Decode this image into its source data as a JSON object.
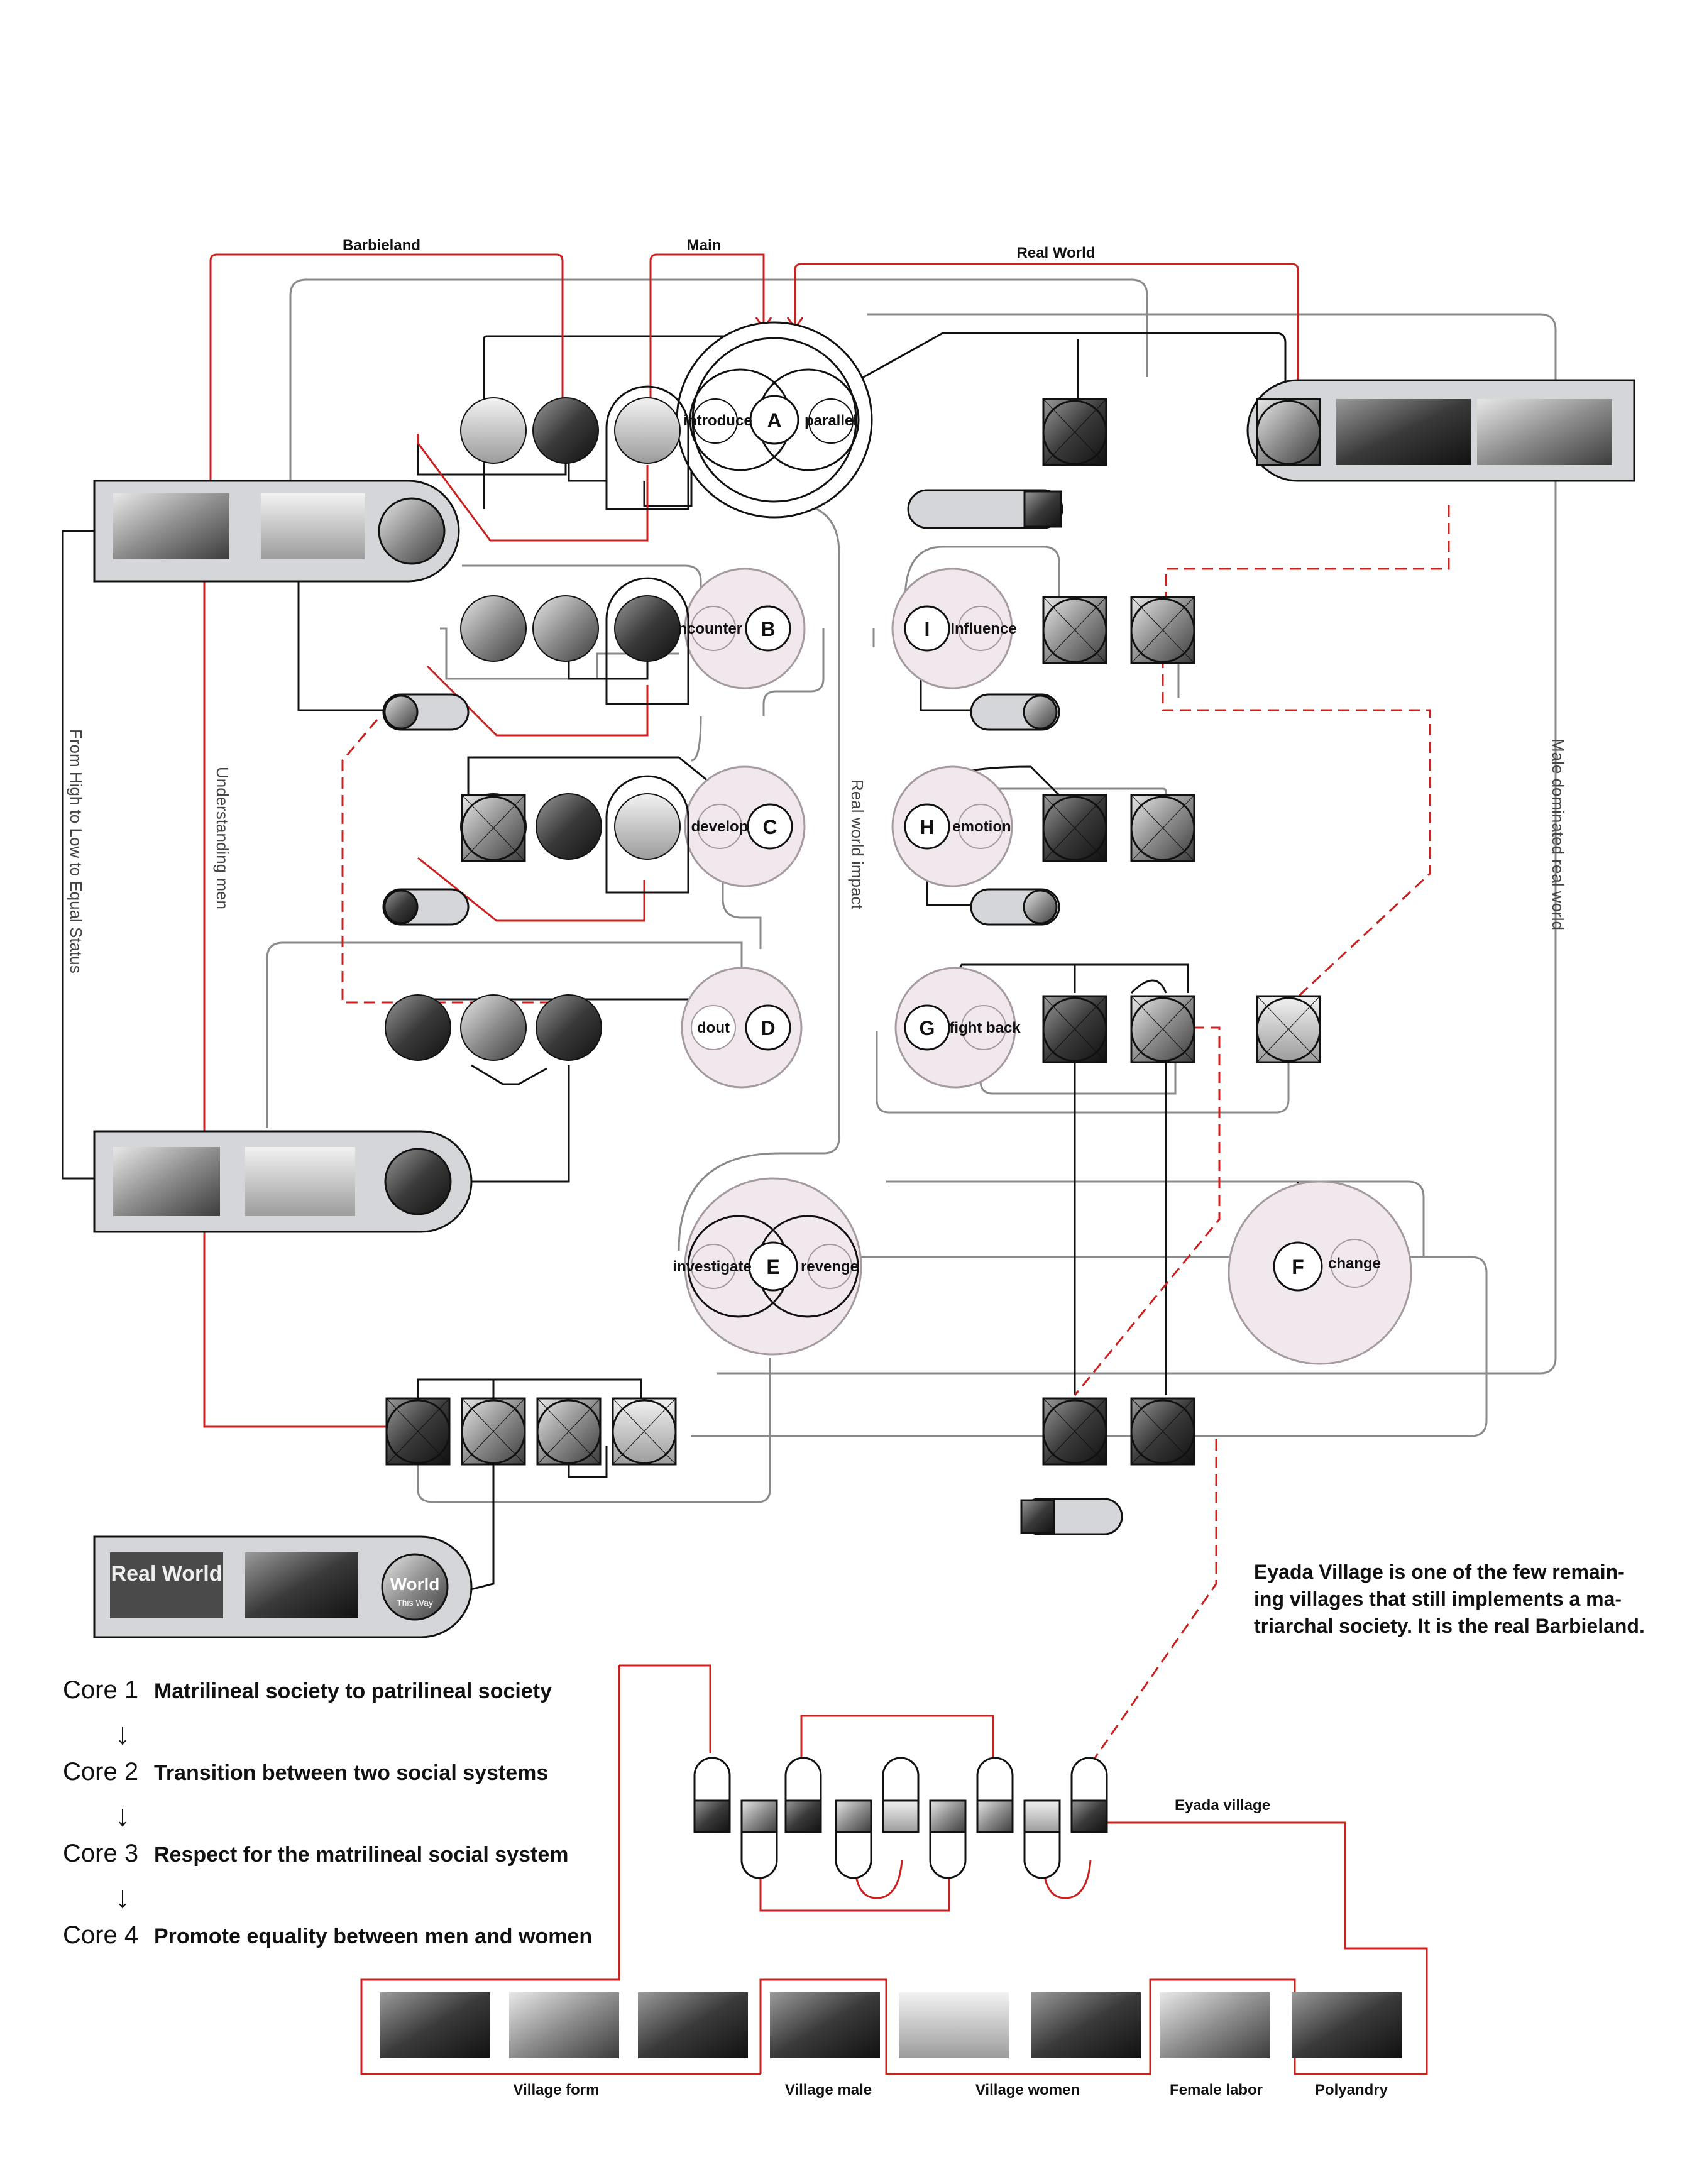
{
  "lines": {
    "barbieland": "Barbieland",
    "main": "Main",
    "real_world": "Real World",
    "real_world_impact": "Real world impact",
    "understanding_men": "Understanding men",
    "from_high_to_low": "From High to Low to Equal Status",
    "male_dominated": "Male dominated real world",
    "eyada_village": "Eyada  village"
  },
  "nodes": {
    "A": {
      "letter": "A",
      "left": "introduce",
      "right": "parallel"
    },
    "B": {
      "letter": "B",
      "left": "encounter"
    },
    "C": {
      "letter": "C",
      "left": "develop"
    },
    "D": {
      "letter": "D",
      "left": "dout"
    },
    "E": {
      "letter": "E",
      "left": "investigate",
      "right": "revenge"
    },
    "F": {
      "letter": "F",
      "right": "change"
    },
    "G": {
      "letter": "G",
      "right": "fight back"
    },
    "H": {
      "letter": "H",
      "right": "emotion"
    },
    "I": {
      "letter": "I",
      "right": "Influence"
    }
  },
  "poster_text": {
    "real_world": "Real World",
    "world": "World",
    "this_way": "This Way"
  },
  "description": [
    "Eyada Village is one of the few remain-",
    "ing villages that still implements a ma-",
    "triarchal society. It is the real Barbieland."
  ],
  "cores": [
    {
      "label": "Core 1",
      "text": "Matrilineal society to patrilineal society"
    },
    {
      "label": "Core 2",
      "text": "Transition between two social systems"
    },
    {
      "label": "Core 3",
      "text": "Respect for the matrilineal social system"
    },
    {
      "label": "Core 4",
      "text": "Promote equality between men and women"
    }
  ],
  "arrow_glyph": "↓",
  "captions": {
    "village_form": "Village form",
    "village_male": "Village male",
    "village_women": "Village women",
    "female_labor": "Female labor",
    "polyandry": "Polyandry"
  },
  "colors": {
    "red": "#cc1f1f",
    "black": "#111111",
    "gray_line": "#8a8a8a",
    "panel": "#d4d6da",
    "node_fill": "#f1e8ee",
    "node_stroke": "#a59a9f"
  }
}
